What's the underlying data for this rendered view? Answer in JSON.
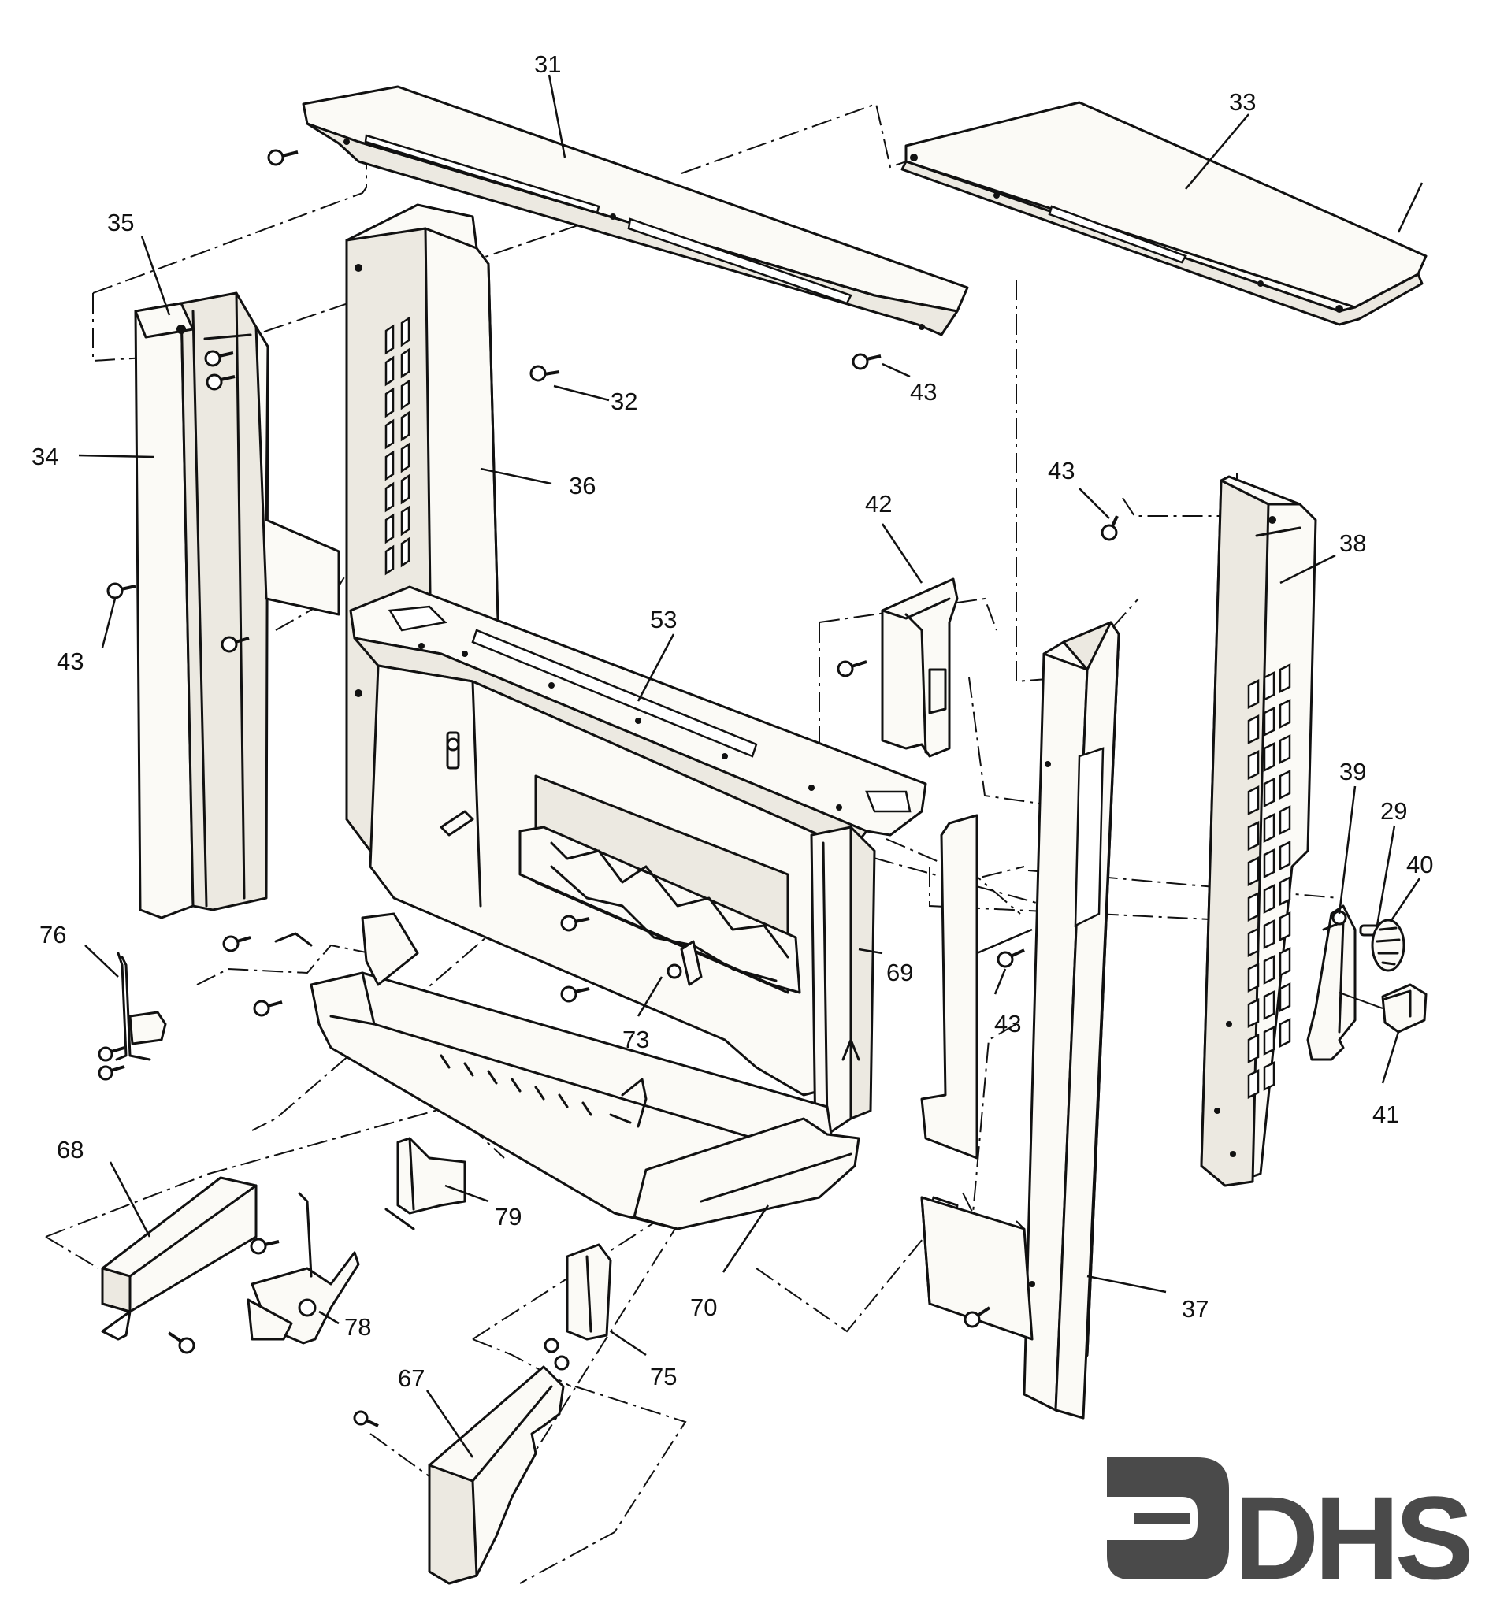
{
  "callouts": [
    {
      "id": "31",
      "label": "31"
    },
    {
      "id": "33",
      "label": "33"
    },
    {
      "id": "35",
      "label": "35"
    },
    {
      "id": "32",
      "label": "32"
    },
    {
      "id": "43a",
      "label": "43"
    },
    {
      "id": "34",
      "label": "34"
    },
    {
      "id": "36",
      "label": "36"
    },
    {
      "id": "43b",
      "label": "43"
    },
    {
      "id": "42",
      "label": "42"
    },
    {
      "id": "38",
      "label": "38"
    },
    {
      "id": "43c",
      "label": "43"
    },
    {
      "id": "53",
      "label": "53"
    },
    {
      "id": "39",
      "label": "39"
    },
    {
      "id": "29",
      "label": "29"
    },
    {
      "id": "40",
      "label": "40"
    },
    {
      "id": "76",
      "label": "76"
    },
    {
      "id": "69",
      "label": "69"
    },
    {
      "id": "43d",
      "label": "43"
    },
    {
      "id": "73",
      "label": "73"
    },
    {
      "id": "41",
      "label": "41"
    },
    {
      "id": "68",
      "label": "68"
    },
    {
      "id": "79",
      "label": "79"
    },
    {
      "id": "70",
      "label": "70"
    },
    {
      "id": "37",
      "label": "37"
    },
    {
      "id": "78",
      "label": "78"
    },
    {
      "id": "75",
      "label": "75"
    },
    {
      "id": "67",
      "label": "67"
    }
  ],
  "logo": {
    "text": "DHS"
  }
}
